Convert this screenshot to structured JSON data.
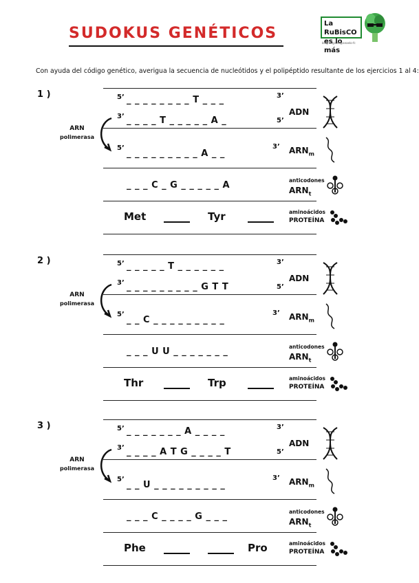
{
  "title": "SUDOKUS GENÉTICOS",
  "logo": {
    "line1": "La RuBisCO",
    "line2": "es lo más",
    "sub": "blog original @anaelo-fc"
  },
  "instructions": "Con ayuda del código genético, averigua la secuencia de nucleótidos y el polipéptido resultante de los ejercicios 1 al 4:",
  "labels": {
    "adn": "ADN",
    "arnm": "ARN",
    "arnm_sub": "m",
    "anticodones": "anticodones",
    "arnt": "ARN",
    "arnt_sub": "t",
    "aminoacidos": "aminoácidos",
    "proteina": "PROTEÍNA",
    "polimerasa_1": "ARN",
    "polimerasa_2": "polimerasa",
    "five": "5’",
    "three": "3’"
  },
  "exercises": [
    {
      "number": "1 )",
      "rows": [
        "_ _ _   _ _ _   _ _ T   _ _ _",
        "_ _ _   _ T _   _ _ _   _ A _",
        "_ _ _   _ _ _   _ _ _   A _ _",
        "_ _ _   C _ G   _ _ _   _ _ A"
      ],
      "aminoacids": [
        "Met",
        "",
        "Tyr",
        ""
      ]
    },
    {
      "number": "2 )",
      "rows": [
        "_ _ _   _ _ T   _ _ _   _ _ _",
        "_ _ _   _ _ _   _ _ _   G T T",
        "_ _ C   _ _ _   _ _ _   _ _ _",
        "_ _ _   U U _   _ _ _   _ _ _"
      ],
      "aminoacids": [
        "Thr",
        "",
        "Trp",
        ""
      ]
    },
    {
      "number": "3 )",
      "rows": [
        "_ _ _   _ _ _   _ A _   _ _ _",
        "_ _ _   _ A T   G _ _   _ _ T",
        "_ _ U   _ _ _   _ _ _   _ _ _",
        "_ _ _   C _ _   _ _ G   _ _ _"
      ],
      "aminoacids": [
        "Phe",
        "",
        "",
        "Pro"
      ]
    }
  ],
  "colors": {
    "title": "#d32a2a",
    "logo_border": "#1e8a30"
  }
}
